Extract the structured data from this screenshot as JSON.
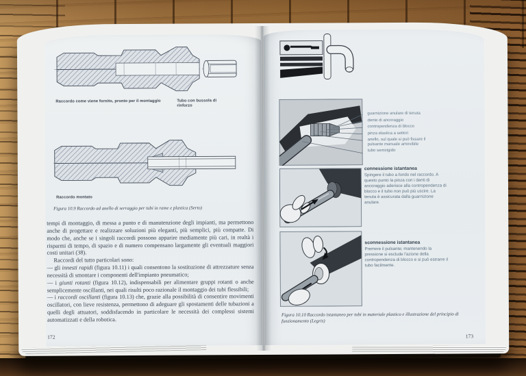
{
  "colors": {
    "wood_base": "#a5763f",
    "wood_dark": "#1c1209",
    "page_paper": "#e9edf0",
    "body_ink": "#343f4b",
    "label_ink": "#64798a",
    "drawing_line": "#3f4955"
  },
  "left_page": {
    "caption_fitting_supplied": "Raccordo come viene fornito, pronto per il montaggio",
    "caption_tube": "Tubo con bussola di rinforzo",
    "caption_fitting_mounted": "Raccordo montato",
    "figure_caption": "Figura 10.9 Raccordo ad anello di serraggio per tubi in rame e plastica (Serto)",
    "para_intro": "tempi di montaggio, di messa a punto e di manutenzione degli impianti, ma permettono anche di progettare e realizzare soluzioni più eleganti, più semplici, più compatte. Di modo che, anche se i singoli raccordi possono apparire mediamente più cari, in realtà i risparmi di tempo, di spazio e di numero compensano largamente gli eventuali maggiori costi unitari (38).",
    "para_lead": "Raccordi del tutto particolari sono:",
    "items": [
      {
        "pre": "— gli ",
        "term": "innesti rapidi",
        "post": " (figura 10.11) i quali consentono la sostituzione di attrezzature senza necessità di smontare i componenti dell'impianto pneumatico;"
      },
      {
        "pre": "— i ",
        "term": "giunti rotanti",
        "post": " (figura 10.12), indispensabili per alimentare gruppi rotanti o anche semplicemente oscillanti, nei quali risulti poco razionale il montaggio dei tubi flessibili;"
      },
      {
        "pre": "— i ",
        "term": "raccordi oscillanti",
        "post": " (figura 10.13) che, grazie alla possibilità di consentire movimenti oscillatori, con lieve resistenza, permettono di adeguare gli spostamenti delle tubazioni a quelli degli attuatori, soddisfacendo in particolare le necessità dei complessi sistemi automatizzati e della robotica."
      }
    ],
    "page_number": "172"
  },
  "right_page": {
    "labels": [
      "guarnizione anulare di tenuta",
      "dente di ancoraggio",
      "contropendenza di blocco",
      "pinza elastica a settori",
      "anello, sul quale si può fissare il pulsante manuale amovibile",
      "tubo semirigido"
    ],
    "connect_heading": "connessione istantanea",
    "connect_body": "Spingere il tubo a fondo nel raccordo. A questo punto la pinza con i denti di ancoraggio aderisce alla contropendenza di blocco e il tubo non può più uscire. La tenuta è assicurata dalla guarnizione anulare.",
    "disconnect_heading": "sconnessione istantanea",
    "disconnect_body": "Premere il pulsante; mantenendo la pressione si esclude l'azione della contropendenza di blocco e si può estrarre il tubo facilmente.",
    "figure_caption": "Figura 10.10 Raccordo istantaneo per tubi in materiale plastico e illustrazione del principio di funzionamento (Legris)",
    "page_number": "173"
  }
}
